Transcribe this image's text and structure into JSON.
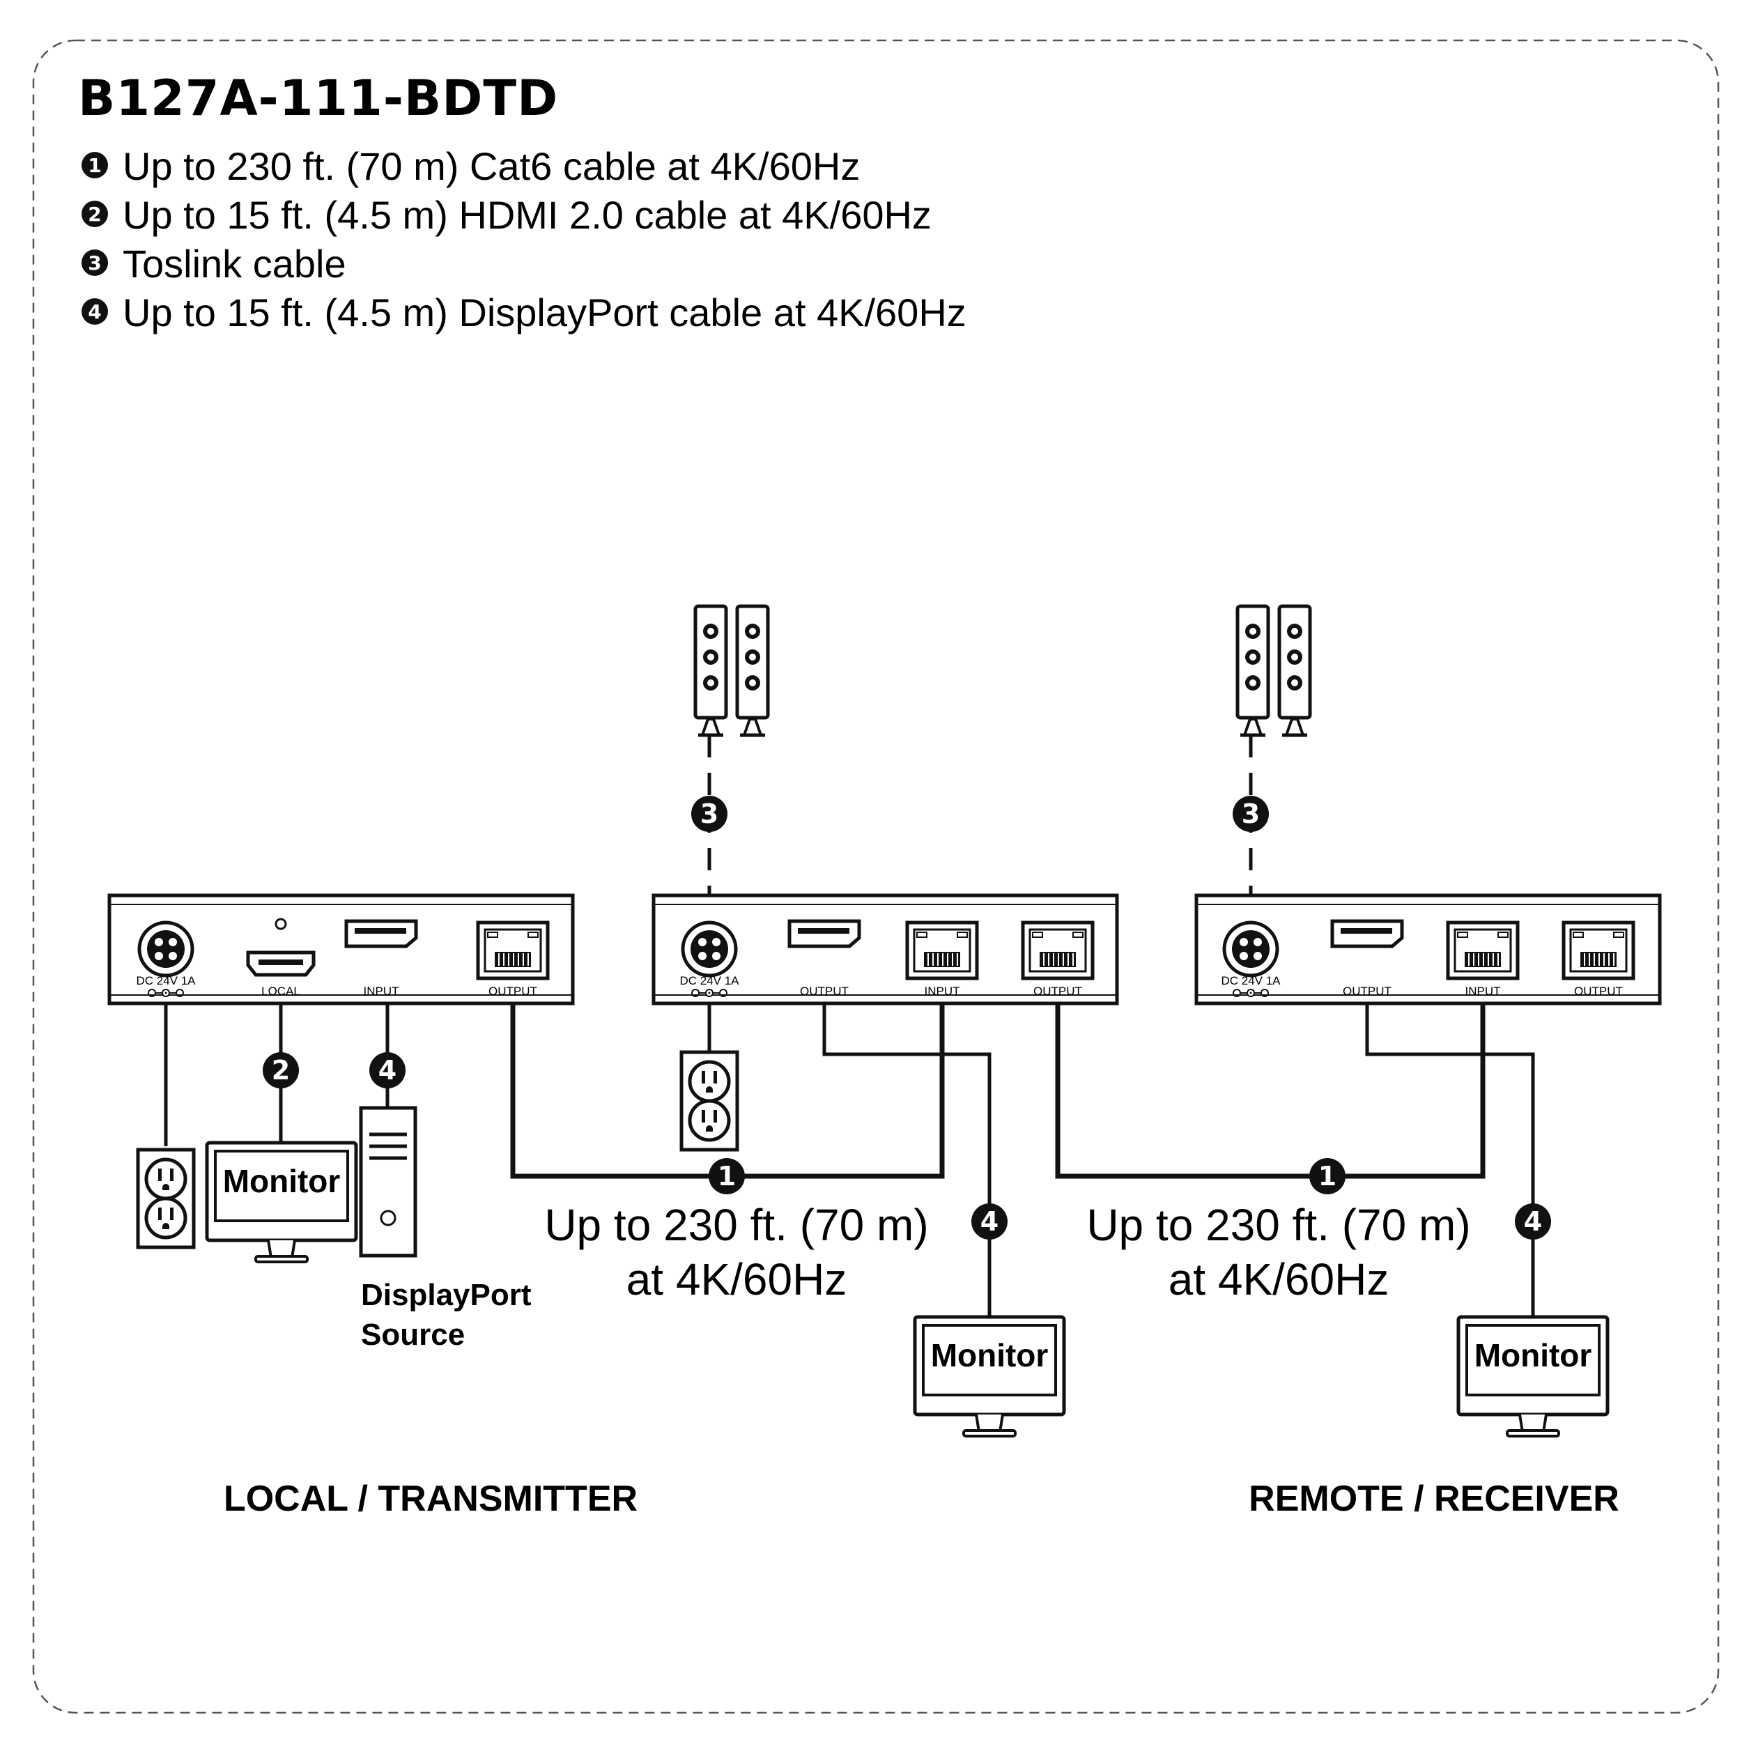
{
  "title": "B127A-111-BDTD",
  "legend": [
    {
      "num": "1",
      "text": "Up to 230 ft. (70 m) Cat6 cable at 4K/60Hz"
    },
    {
      "num": "2",
      "text": "Up to 15 ft. (4.5 m) HDMI 2.0 cable at 4K/60Hz"
    },
    {
      "num": "3",
      "text": "Toslink cable"
    },
    {
      "num": "4",
      "text": "Up to 15 ft. (4.5 m) DisplayPort cable at 4K/60Hz"
    }
  ],
  "devices": {
    "transmitter": {
      "power_label": "DC 24V  1A",
      "ports": [
        "LOCAL",
        "INPUT",
        "OUTPUT"
      ]
    },
    "receiver1": {
      "power_label": "DC 24V  1A",
      "ports": [
        "OUTPUT",
        "INPUT",
        "OUTPUT"
      ]
    },
    "receiver2": {
      "power_label": "DC 24V  1A",
      "ports": [
        "OUTPUT",
        "INPUT",
        "OUTPUT"
      ]
    }
  },
  "cable_label": {
    "line1": "Up to 230 ft. (70 m)",
    "line2": "at 4K/60Hz"
  },
  "monitor_label": "Monitor",
  "source_label": {
    "line1": "DisplayPort",
    "line2": "Source"
  },
  "section_labels": {
    "local": "LOCAL / TRANSMITTER",
    "remote": "REMOTE / RECEIVER"
  }
}
